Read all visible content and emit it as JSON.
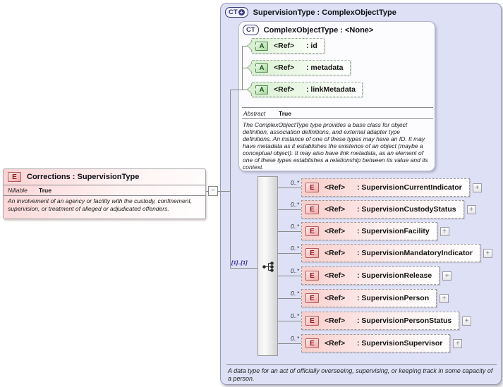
{
  "icons": {
    "element_badge": "E",
    "attribute_badge": "A",
    "complex_type_badge": "CT",
    "plus_glyph": "+",
    "minus_glyph": "−"
  },
  "left_element": {
    "title": "Corrections : SupervisionType",
    "property_name": "Nillable",
    "property_value": "True",
    "description": "An involvement of an agency or facility with the custody, confinement, supervision, or treatment of alleged or adjudicated offenders."
  },
  "panel": {
    "title": "SupervisionType : ComplexObjectType",
    "base": {
      "title": "ComplexObjectType : <None>",
      "attributes": [
        {
          "ref": "<Ref>",
          "name": ": id"
        },
        {
          "ref": "<Ref>",
          "name": ": metadata"
        },
        {
          "ref": "<Ref>",
          "name": ": linkMetadata"
        }
      ],
      "property_name": "Abstract",
      "property_value": "True",
      "description": "The ComplexObjectType type provides a base class for object definition, association definitions, and external adapter type definitions. An instance of one of these types may have an ID. It may have metadata as it establishes the existence of an object (maybe a conceptual object). It may also have link metadata, as an element of one of these types establishes a relationship between its value and its context."
    },
    "sequence": {
      "cardinality": "[1]..[1]",
      "elements": [
        {
          "occurs": "0..*",
          "ref": "<Ref>",
          "name": ": SupervisionCurrentIndicator"
        },
        {
          "occurs": "0..*",
          "ref": "<Ref>",
          "name": ": SupervisionCustodyStatus"
        },
        {
          "occurs": "0..*",
          "ref": "<Ref>",
          "name": ": SupervisionFacility"
        },
        {
          "occurs": "0..*",
          "ref": "<Ref>",
          "name": ": SupervisionMandatoryIndicator"
        },
        {
          "occurs": "0..*",
          "ref": "<Ref>",
          "name": ": SupervisionRelease"
        },
        {
          "occurs": "0..*",
          "ref": "<Ref>",
          "name": ": SupervisionPerson"
        },
        {
          "occurs": "0..*",
          "ref": "<Ref>",
          "name": ": SupervisionPersonStatus"
        },
        {
          "occurs": "0..*",
          "ref": "<Ref>",
          "name": ": SupervisionSupervisor"
        }
      ]
    },
    "footer_description": "A data type for an act of officially overseeing, supervising, or keeping track in some capacity of a person."
  }
}
